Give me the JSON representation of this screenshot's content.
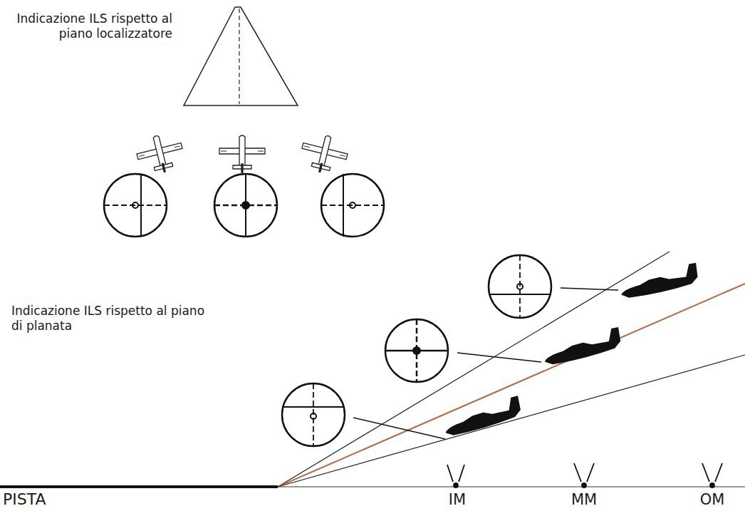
{
  "diagram": {
    "labels": [
      "Indicazione ILS rispetto al piano localizzatore",
      "Indicazione ILS rispetto al piano di planata",
      "PISTA",
      "IM",
      "MM",
      "OM"
    ]
  }
}
